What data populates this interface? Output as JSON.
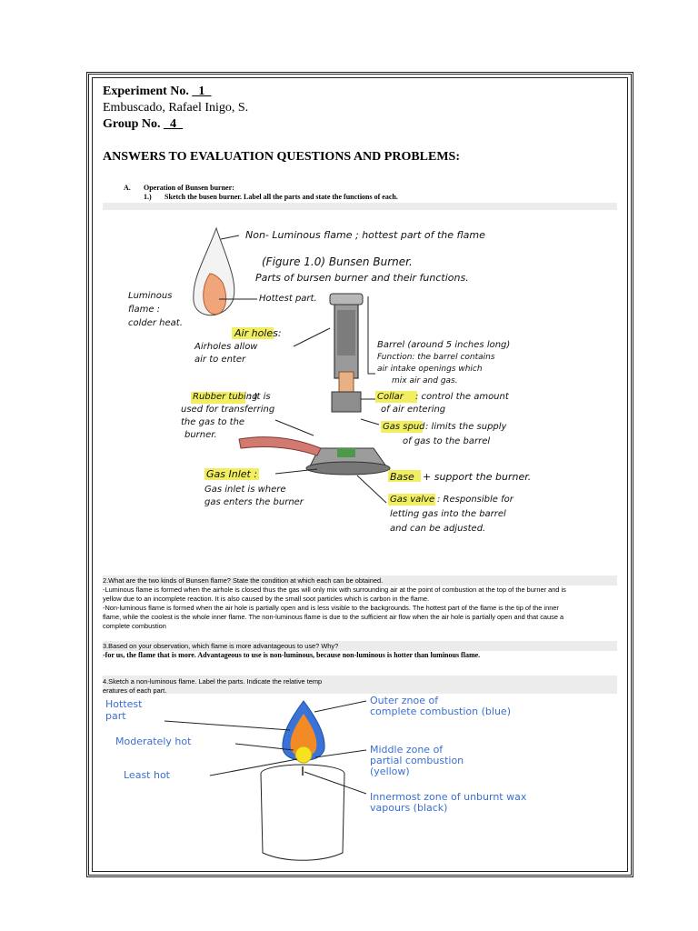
{
  "header": {
    "experiment_label": "Experiment No.",
    "experiment_no": "_1_",
    "name": "Embuscado, Rafael Inigo, S.",
    "group_label": "Group No.",
    "group_no": "_4_",
    "answers_title": "ANSWERS TO EVALUATION QUESTIONS AND PROBLEMS:"
  },
  "sectionA": {
    "letter": "A.",
    "title": "Operation of Bunsen burner:",
    "q1_num": "1.)",
    "q1_text": "Sketch the busen burner. Label all the parts and state the functions of each."
  },
  "sketch1": {
    "top_label": "Non- Luminous flame ; hottest part of the flame",
    "figure_title": "(Figure 1.0) Bunsen Burner.",
    "figure_sub": "Parts of bursen burner and their functions.",
    "luminous": [
      "Luminous",
      "flame :",
      "colder heat."
    ],
    "hottest_part": "Hottest part.",
    "air_holes_title": "Air holes:",
    "air_holes_desc": [
      "Airholes allow",
      "air to enter"
    ],
    "rubber_title": "Rubber tubing",
    "rubber_desc": [
      ": It is",
      "used for transferring",
      "the gas to the",
      "burner."
    ],
    "gas_inlet_title": "Gas Inlet :",
    "gas_inlet_desc": [
      "Gas inlet is where",
      "gas enters the burner"
    ],
    "barrel": [
      "Barrel (around 5 inches long)",
      "Function: the barrel contains",
      "air intake openings which",
      "mix air and gas."
    ],
    "collar": [
      "Collar",
      ": control the amount",
      "of air entering"
    ],
    "gas_spud": [
      "Gas spud",
      ": limits the supply",
      "of gas to the barrel"
    ],
    "base": [
      "Base",
      "+ support the burner."
    ],
    "gas_valve": [
      "Gas valve",
      ": Responsible for",
      "letting gas into the barrel",
      "and can be adjusted."
    ]
  },
  "q2": {
    "question": "2.What are the two kinds of Bunsen flame?  State the condition at which each can be obtained.",
    "lines": [
      "-Luminous flame is formed when the airhole is closed thus the gas will only mix with surrounding air at the point of combustion at the top of the burner and is",
      "yellow due to an incomplete reaction. It is also caused by the small soot particles which is carbon in the flame.",
      "-Non-luminous flame is formed when the air hole is partially open and is less visible to the backgrounds. The hottest part of the flame is the tip of the inner",
      "flame, while the coolest is the whole inner flame. The non-luminous flame is due to the sufficient air flow when the air hole is partially open and that cause a",
      "complete combustion"
    ]
  },
  "q3": {
    "question": "3.Based on your observation, which flame is more advantageous to use?  Why?",
    "answer": "-for us, the flame that is more. Advantageous to use is non-luminous, because non-luminous is hotter than luminous flame."
  },
  "q4": {
    "question_line1": "4.Sketch a non-luminous flame.  Label the parts.  Indicate the relative temp",
    "question_line2": "eratures of each part."
  },
  "sketch2": {
    "hottest": [
      "Hottest",
      "part"
    ],
    "moderately": "Moderately hot",
    "least": "Least hot",
    "outer": [
      "Outer znoe of",
      "complete combustion (blue)"
    ],
    "middle": [
      "Middle zone of",
      "partial combustion",
      "(yellow)"
    ],
    "innermost": [
      "Innermost zone of unburnt wax",
      "vapours (black)"
    ]
  }
}
